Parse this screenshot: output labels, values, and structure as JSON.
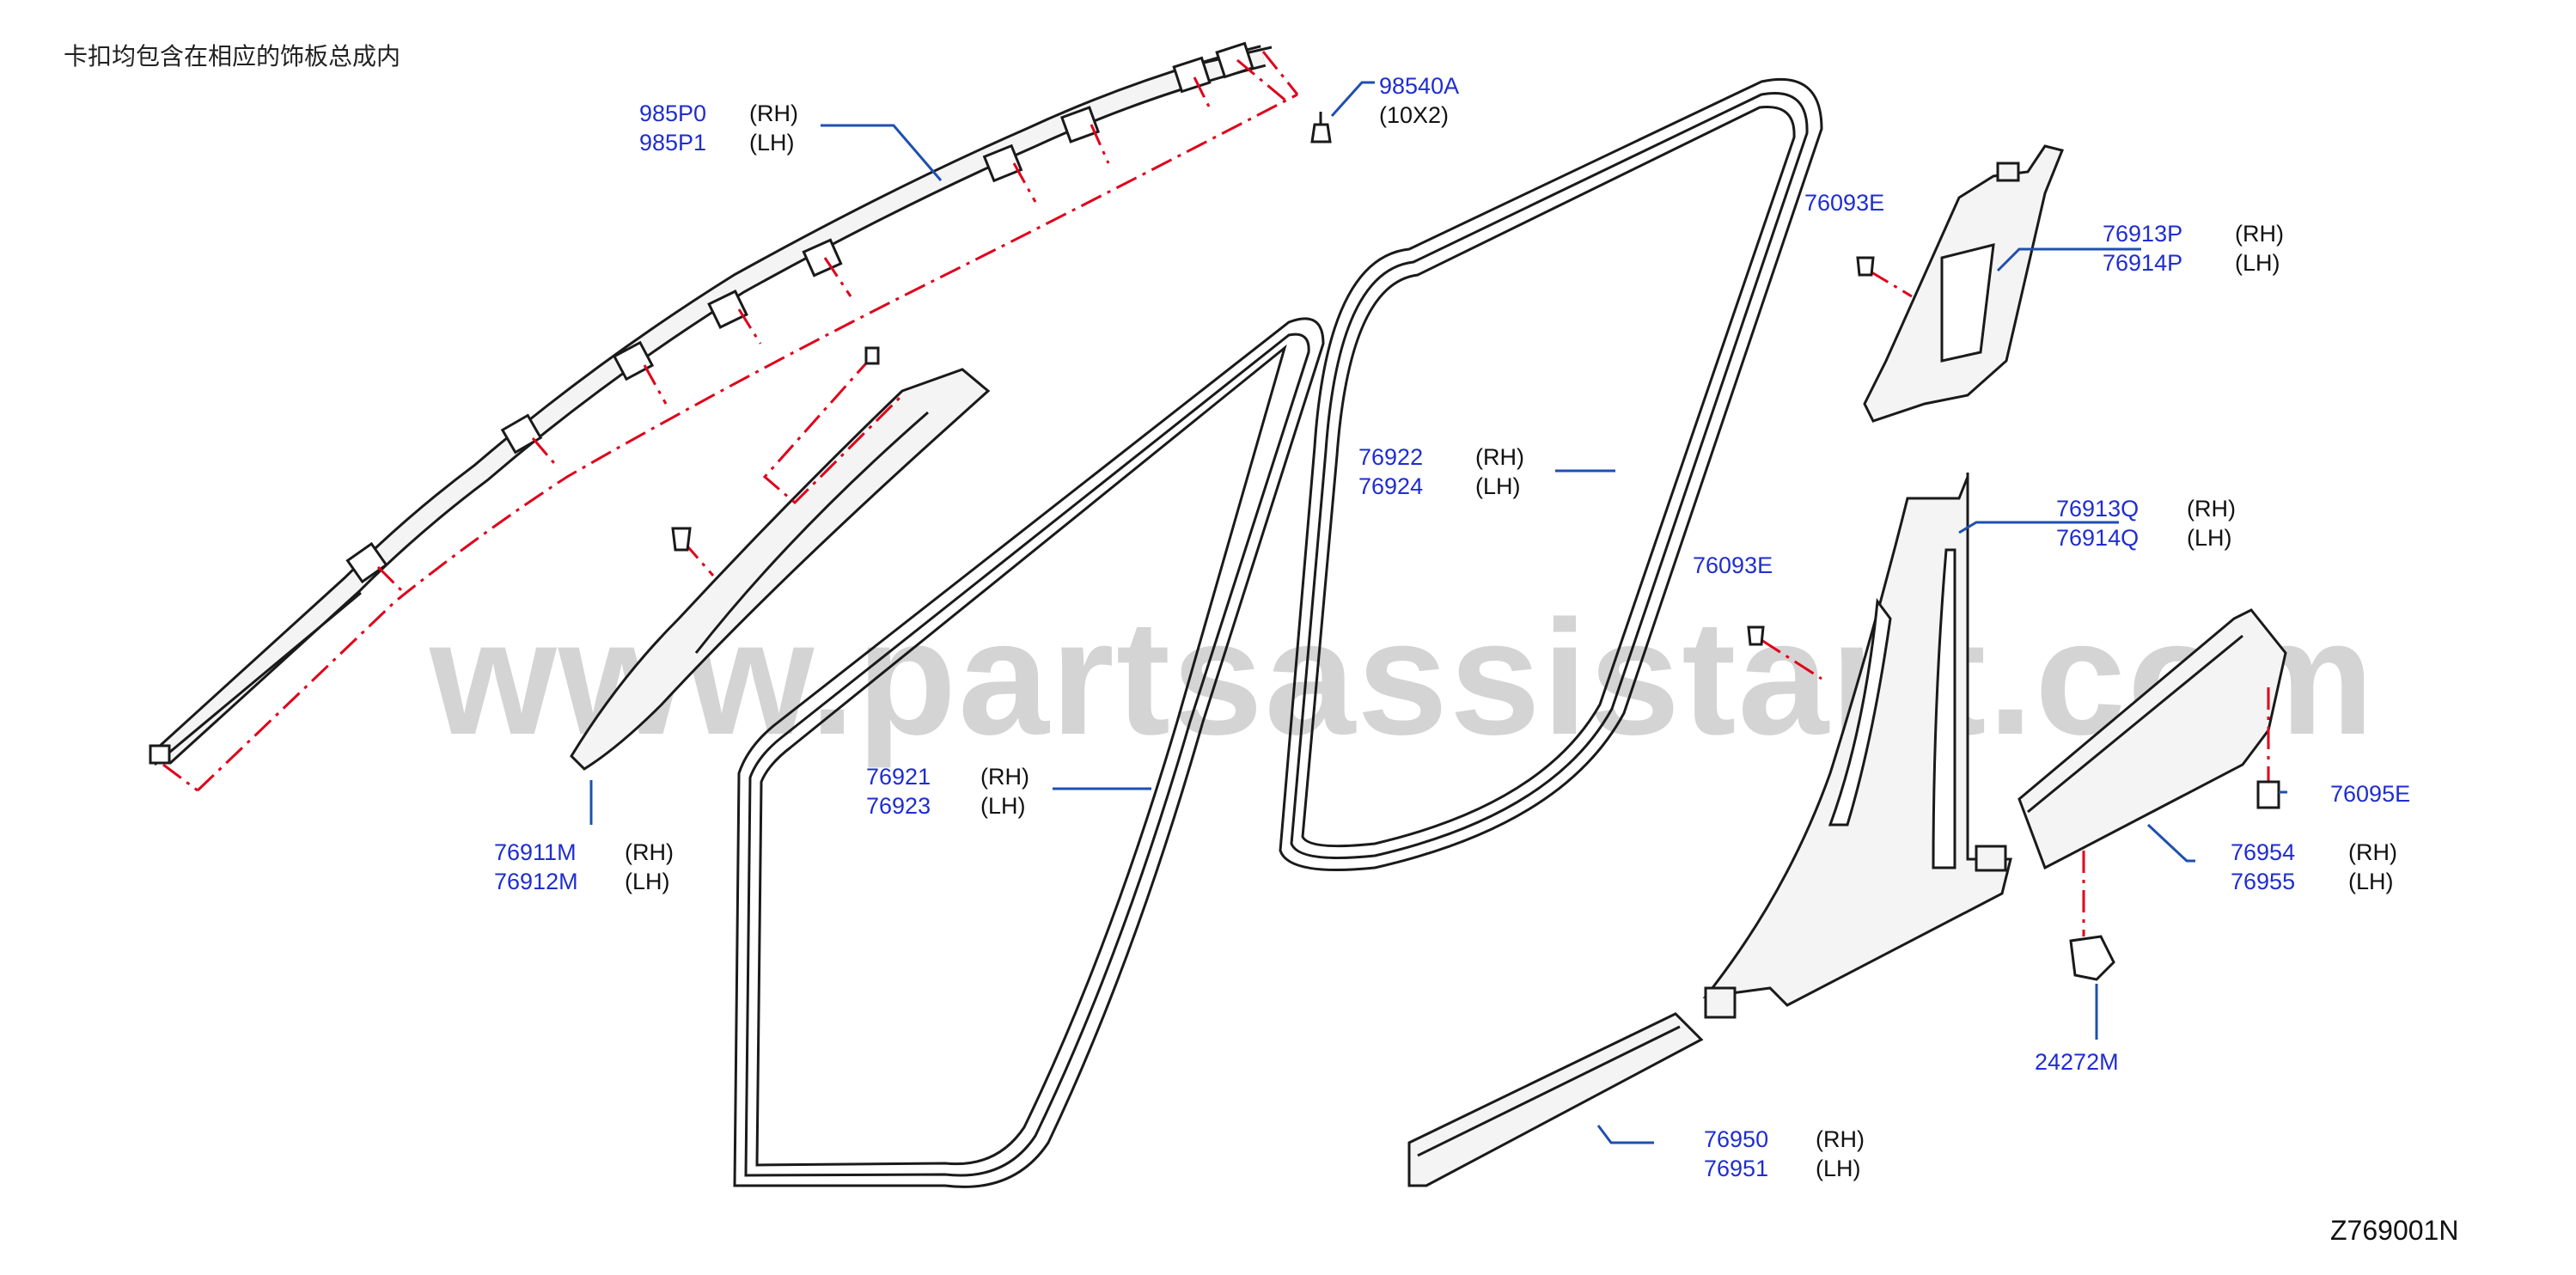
{
  "note": "卡扣均包含在相应的饰板总成内",
  "diagram_code": "Z769001N",
  "watermark": "www.partsassistant.com",
  "colors": {
    "part_number": "#1f2dd0",
    "leader_line": "#1f4fb0",
    "dash_line": "#e0001a",
    "outline": "#1a1a1a",
    "part_fill": "#f4f4f4"
  },
  "callouts": {
    "c985p": {
      "pn1": "985P0",
      "side1": "(RH)",
      "pn2": "985P1",
      "side2": "(LH)"
    },
    "c98540a": {
      "pn1": "98540A",
      "side1": "(10X2)"
    },
    "c76093e_top": {
      "pn1": "76093E"
    },
    "c76913p": {
      "pn1": "76913P",
      "side1": "(RH)",
      "pn2": "76914P",
      "side2": "(LH)"
    },
    "c76922": {
      "pn1": "76922",
      "side1": "(RH)",
      "pn2": "76924",
      "side2": "(LH)"
    },
    "c76913q": {
      "pn1": "76913Q",
      "side1": "(RH)",
      "pn2": "76914Q",
      "side2": "(LH)"
    },
    "c76093e_mid": {
      "pn1": "76093E"
    },
    "c76095e": {
      "pn1": "76095E"
    },
    "c76921": {
      "pn1": "76921",
      "side1": "(RH)",
      "pn2": "76923",
      "side2": "(LH)"
    },
    "c76911m": {
      "pn1": "76911M",
      "side1": "(RH)",
      "pn2": "76912M",
      "side2": "(LH)"
    },
    "c76954": {
      "pn1": "76954",
      "side1": "(RH)",
      "pn2": "76955",
      "side2": "(LH)"
    },
    "c24272m": {
      "pn1": "24272M"
    },
    "c76950": {
      "pn1": "76950",
      "side1": "(RH)",
      "pn2": "76951",
      "side2": "(LH)"
    }
  }
}
